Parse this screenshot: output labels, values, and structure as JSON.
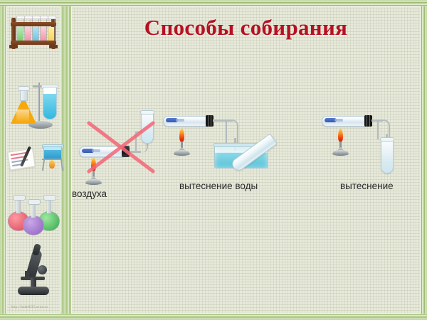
{
  "slide": {
    "title": "Способы собирания",
    "title_color": "#b51122",
    "background_color": "#e7e9da",
    "frame_color": "#a8c47e",
    "watermark": "http://lada6035.ucoz.ru"
  },
  "captions": {
    "air_displacement": "воздуха",
    "water_displacement": "вытеснение воды",
    "displacement": "вытеснение"
  },
  "diagrams": [
    {
      "id": "air-displacement-setup",
      "crossed_out": true,
      "cross_color": "#f2697a",
      "caption": "воздуха",
      "parts": [
        "heated-test-tube",
        "burner",
        "delivery-tube",
        "upright-collecting-tube"
      ]
    },
    {
      "id": "water-displacement-setup",
      "crossed_out": false,
      "caption": "вытеснение воды",
      "parts": [
        "heated-test-tube",
        "burner",
        "delivery-tube",
        "water-trough",
        "slanted-collecting-tube"
      ]
    },
    {
      "id": "displacement-setup",
      "crossed_out": false,
      "caption": "вытеснение",
      "parts": [
        "heated-test-tube",
        "burner",
        "delivery-tube",
        "upright-collecting-tube"
      ]
    }
  ],
  "sidebar": {
    "items": [
      {
        "name": "test-tube-rack",
        "label": "Штатив с пробирками",
        "tube_colors": [
          "#8ed98a",
          "#f4a7b9",
          "#79cdea",
          "#f4a7b9",
          "#f7df6a"
        ]
      },
      {
        "name": "flask-and-stand",
        "label": "Колба и пробирка на штативе",
        "flask_color": "#f6a90f",
        "tube_color": "#33b8e0"
      },
      {
        "name": "notes-and-pen",
        "label": "Записи и ручка"
      },
      {
        "name": "beaker-on-burner",
        "label": "Стакан на горелке",
        "liquid_color": "#2b9ad0"
      },
      {
        "name": "round-bottom-flasks",
        "label": "Круглодонные колбы",
        "colors": [
          "#d9455a",
          "#8e5fc0",
          "#34a84a"
        ]
      },
      {
        "name": "microscope",
        "label": "Микроскоп"
      }
    ]
  }
}
